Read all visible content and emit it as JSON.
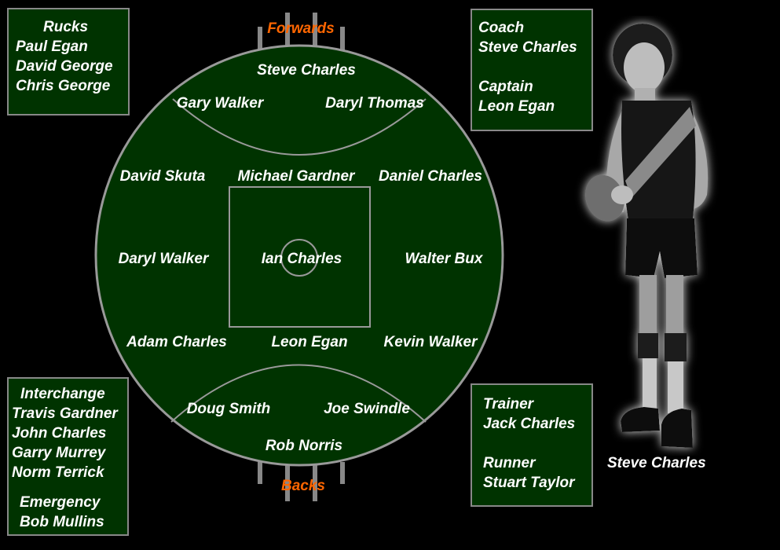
{
  "colors": {
    "field": "#003300",
    "line": "#999999",
    "post": "#888888",
    "text": "#ffffff",
    "accent": "#ff6600"
  },
  "field": {
    "forwards_label": "Forwards",
    "backs_label": "Backs",
    "players": {
      "full_forward": "Steve Charles",
      "fp_left": "Gary Walker",
      "fp_right": "Daryl Thomas",
      "hf_left": "David Skuta",
      "chf": "Michael Gardner",
      "hf_right": "Daniel Charles",
      "wing_left": "Daryl Walker",
      "centre": "Ian Charles",
      "wing_right": "Walter Bux",
      "hb_left": "Adam Charles",
      "chb": "Leon Egan",
      "hb_right": "Kevin Walker",
      "bp_left": "Doug Smith",
      "bp_right": "Joe Swindle",
      "full_back": "Rob Norris"
    }
  },
  "rucks": {
    "heading": "Rucks",
    "names": [
      "Paul Egan",
      "David George",
      "Chris George"
    ]
  },
  "officials_top": {
    "coach_heading": "Coach",
    "coach_name": "Steve Charles",
    "captain_heading": "Captain",
    "captain_name": "Leon Egan"
  },
  "interchange": {
    "heading": "Interchange",
    "names": [
      "Travis Gardner",
      "John Charles",
      "Garry Murrey",
      "Norm Terrick"
    ],
    "emergency_heading": "Emergency",
    "emergency_name": "Bob Mullins"
  },
  "officials_bottom": {
    "trainer_heading": "Trainer",
    "trainer_name": "Jack Charles",
    "runner_heading": "Runner",
    "runner_name": "Stuart Taylor"
  },
  "photo": {
    "caption": "Steve Charles"
  }
}
